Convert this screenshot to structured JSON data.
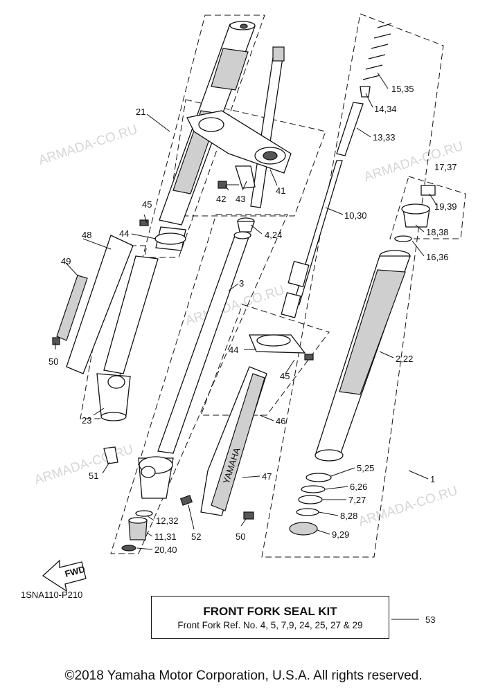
{
  "watermark": "ARMADA-CO.RU",
  "diagram_code": "1SNA110-P210",
  "fwd_label": "FWD",
  "brand_mark": "YAMAHA",
  "kit": {
    "title": "FRONT FORK SEAL KIT",
    "subtitle": "Front Fork Ref. No. 4, 5, 7,9, 24, 25, 27 & 29",
    "ref": "53"
  },
  "copyright": "©2018 Yamaha Motor Corporation, U.S.A. All rights reserved.",
  "callouts": {
    "c21": "21",
    "c45a": "45",
    "c44a": "44",
    "c48": "48",
    "c49": "49",
    "c50a": "50",
    "c23": "23",
    "c51": "51",
    "c42": "42",
    "c43": "43",
    "c41": "41",
    "c4_24": "4,24",
    "c3": "3",
    "c10_30": "10,30",
    "c15_35": "15,35",
    "c14_34": "14,34",
    "c13_33": "13,33",
    "c17_37": "17,37",
    "c19_39": "19,39",
    "c18_38": "18,38",
    "c16_36": "16,36",
    "c2_22": "2,22",
    "c44b": "44",
    "c45b": "45",
    "c46": "46",
    "c47": "47",
    "c5_25": "5,25",
    "c6_26": "6,26",
    "c7_27": "7,27",
    "c8_28": "8,28",
    "c9_29": "9,29",
    "c1": "1",
    "c12_32": "12,32",
    "c11_31": "11,31",
    "c20_40": "20,40",
    "c52": "52",
    "c50b": "50"
  }
}
